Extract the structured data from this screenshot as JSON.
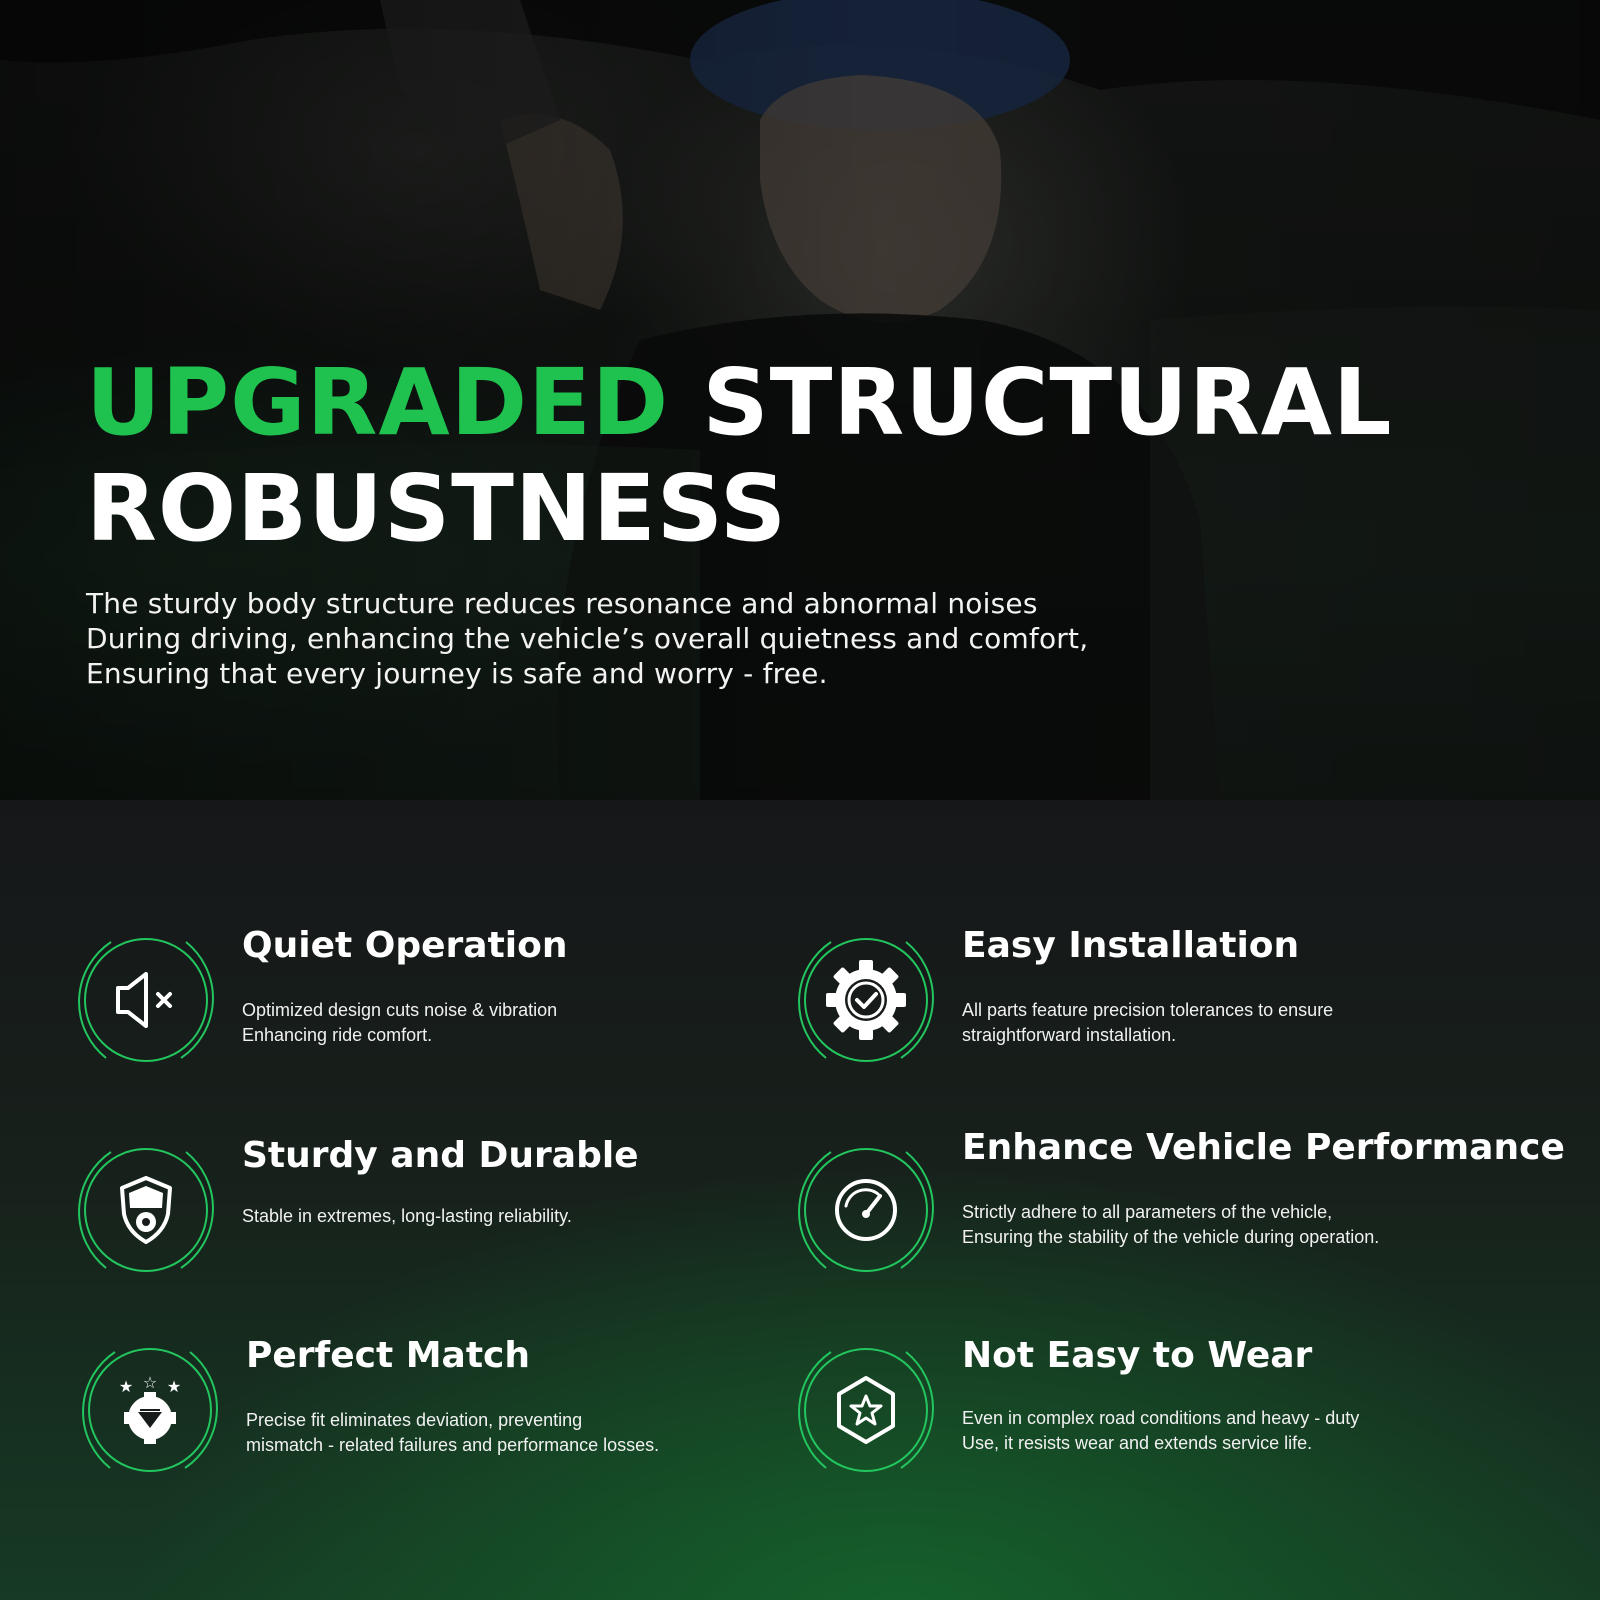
{
  "colors": {
    "accent_green": "#1fc24e",
    "ring_green": "#22c55e",
    "text_white": "#ffffff"
  },
  "hero": {
    "title_accent": "UPGRADED",
    "title_rest_line1": "STRUCTURAL",
    "title_line2": "ROBUSTNESS",
    "description": [
      "The sturdy body structure reduces resonance and abnormal noises",
      "During driving, enhancing the vehicle’s overall quietness and comfort,",
      "Ensuring that every journey is safe and worry - free."
    ]
  },
  "features": [
    {
      "icon": "speaker-mute-icon",
      "title": "Quiet Operation",
      "description": [
        "Optimized design cuts noise & vibration",
        "Enhancing ride comfort."
      ]
    },
    {
      "icon": "gear-check-icon",
      "title": "Easy Installation",
      "description": [
        "All parts feature precision tolerances to ensure",
        "straightforward installation."
      ]
    },
    {
      "icon": "shield-gear-icon",
      "title": "Sturdy and Durable",
      "description": [
        "Stable in extremes, long-lasting reliability."
      ]
    },
    {
      "icon": "speedometer-icon",
      "title": "Enhance Vehicle Performance",
      "description": [
        "Strictly adhere to all parameters of the vehicle,",
        "Ensuring the stability of the vehicle during operation."
      ]
    },
    {
      "icon": "diamond-gear-stars-icon",
      "title": "Perfect Match",
      "description": [
        "Precise fit eliminates deviation, preventing",
        "mismatch - related failures and performance losses."
      ]
    },
    {
      "icon": "hexagon-star-icon",
      "title": "Not Easy to Wear",
      "description": [
        "Even in complex road conditions and heavy - duty",
        "Use, it resists wear and extends service life."
      ]
    }
  ]
}
